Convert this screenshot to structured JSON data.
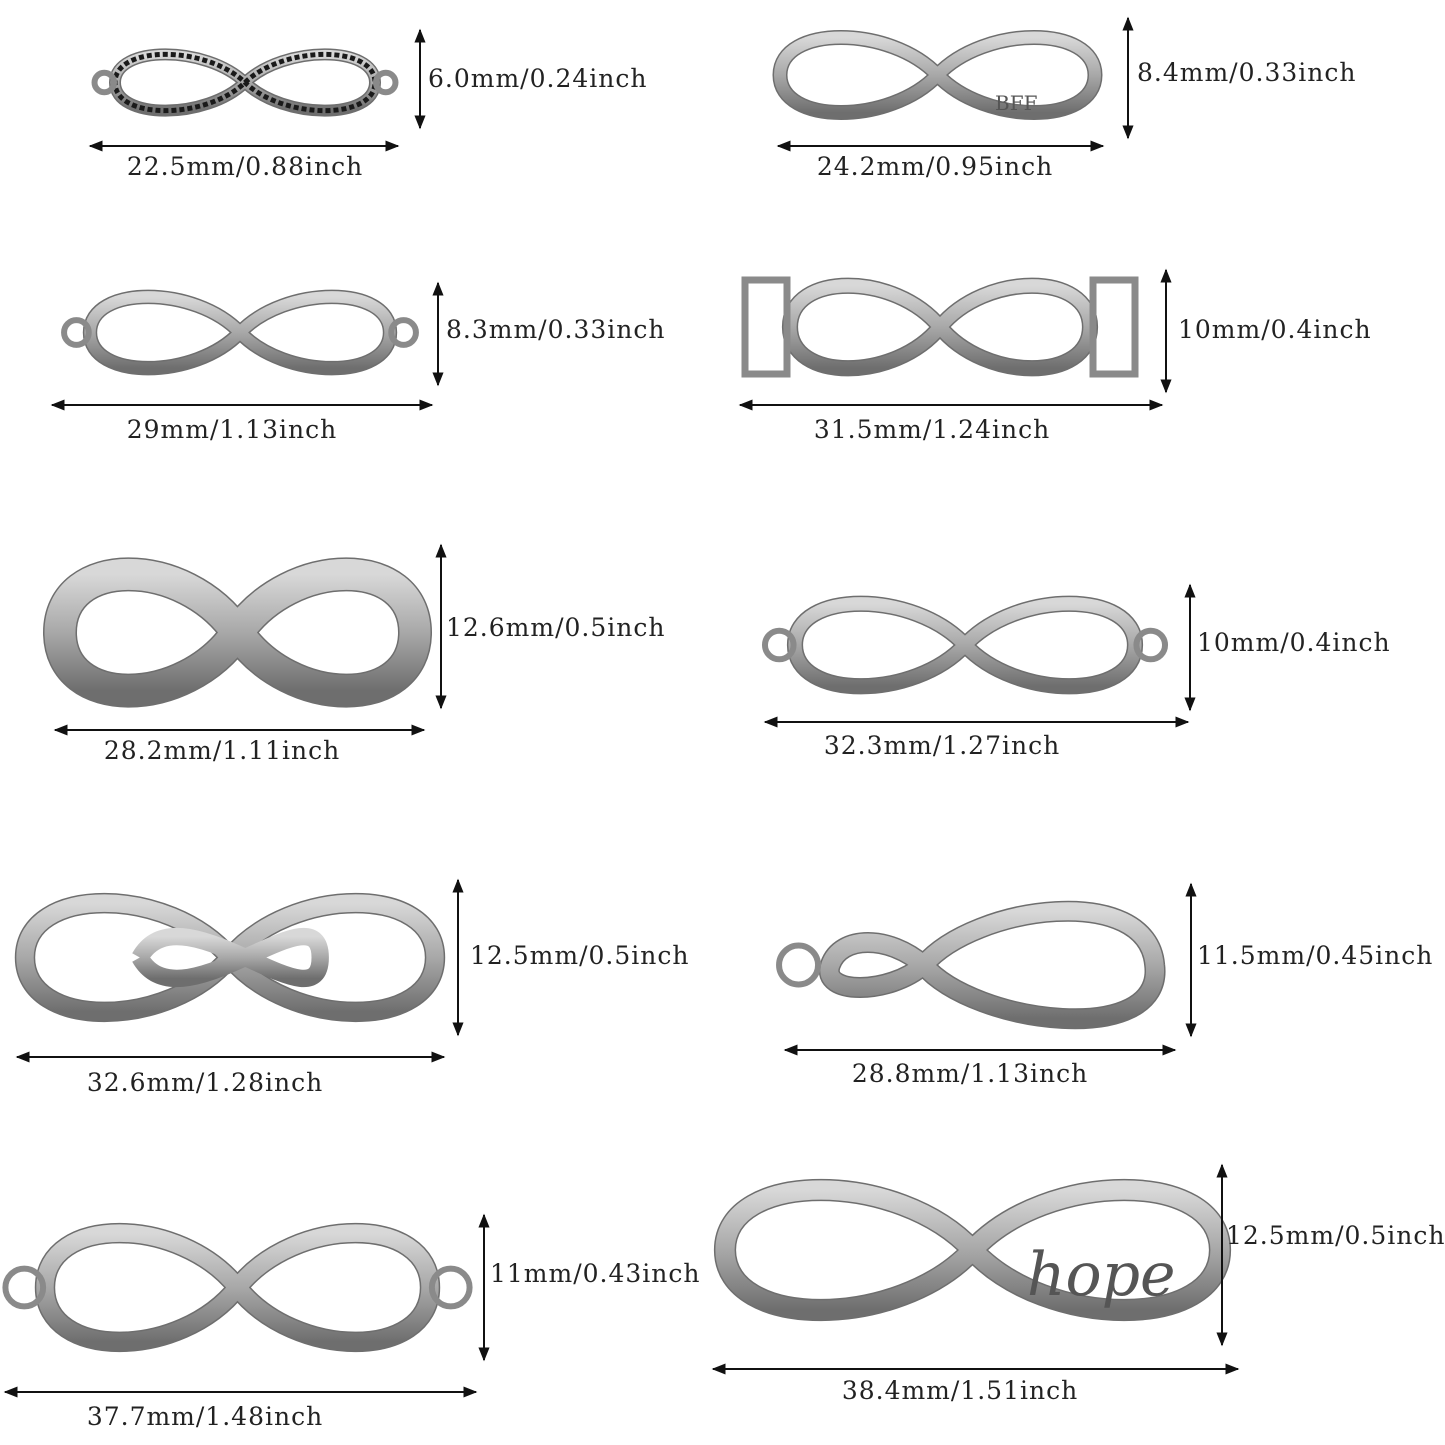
{
  "colors": {
    "metal": "#a8a8a8",
    "metal_dark": "#6e6e6e",
    "arrow": "#111111",
    "rhinestone": "#1a1a1a"
  },
  "items": [
    {
      "name": "rhinestone-infinity-connector",
      "height_label": "6.0mm/0.24inch",
      "width_label": "22.5mm/0.88inch"
    },
    {
      "name": "bff-infinity-charm",
      "height_label": "8.4mm/0.33inch",
      "width_label": "24.2mm/0.95inch",
      "engraving": "BFF"
    },
    {
      "name": "plain-infinity-connector",
      "height_label": "8.3mm/0.33inch",
      "width_label": "29mm/1.13inch"
    },
    {
      "name": "infinity-connector-with-square-ends",
      "height_label": "10mm/0.4inch",
      "width_label": "31.5mm/1.24inch"
    },
    {
      "name": "wide-infinity-charm",
      "height_label": "12.6mm/0.5inch",
      "width_label": "28.2mm/1.11inch"
    },
    {
      "name": "slim-infinity-connector",
      "height_label": "10mm/0.4inch",
      "width_label": "32.3mm/1.27inch"
    },
    {
      "name": "double-infinity-knot-charm",
      "height_label": "12.5mm/0.5inch",
      "width_label": "32.6mm/1.28inch"
    },
    {
      "name": "teardrop-infinity-charm",
      "height_label": "11.5mm/0.45inch",
      "width_label": "28.8mm/1.13inch"
    },
    {
      "name": "script-infinity-connector",
      "height_label": "11mm/0.43inch",
      "width_label": "37.7mm/1.48inch"
    },
    {
      "name": "hope-infinity-charm",
      "height_label": "12.5mm/0.5inch",
      "width_label": "38.4mm/1.51inch",
      "engraving": "hope"
    }
  ]
}
